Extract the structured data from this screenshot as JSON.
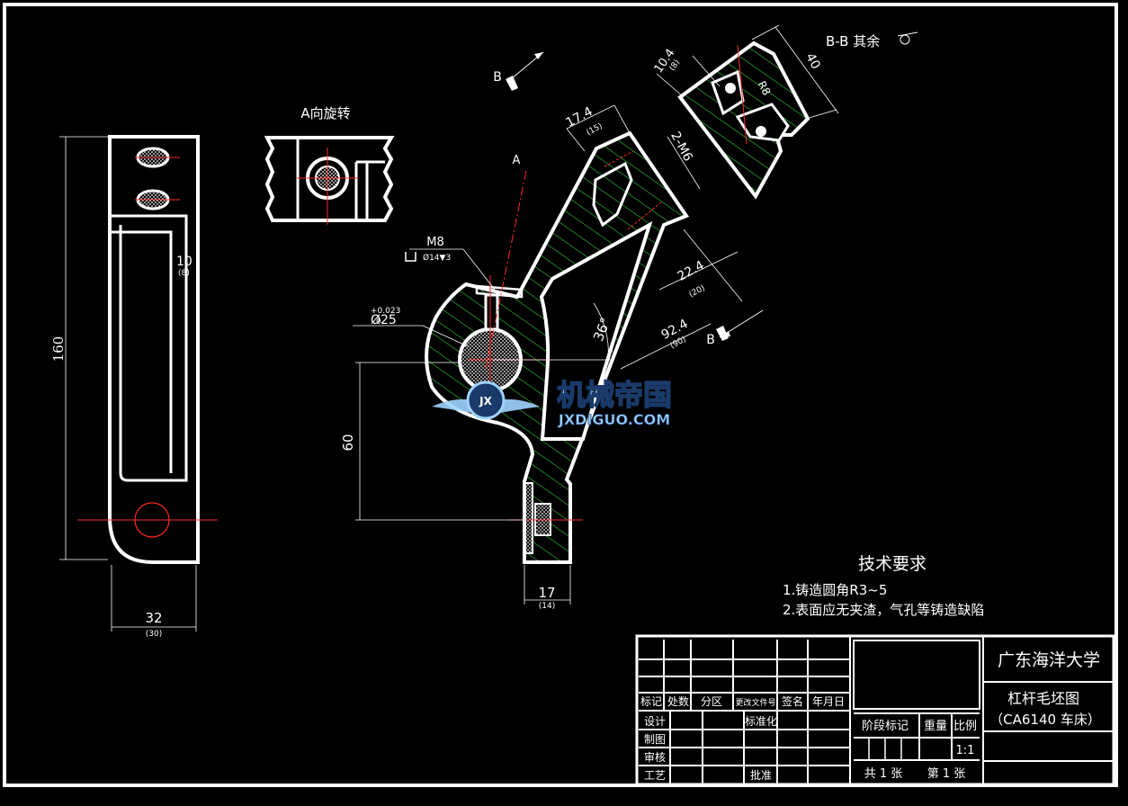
{
  "drawing": {
    "school": "广东海洋大学",
    "title_line1": "杠杆毛坯图",
    "title_line2": "（CA6140 车床）",
    "scale_value": "1:1",
    "sheet_total": "共 1 张",
    "sheet_no": "第 1 张"
  },
  "title_block": {
    "col_headers": [
      "标记",
      "处数",
      "分区",
      "更改文件号",
      "签名",
      "年月日"
    ],
    "roles": [
      "设计",
      "制图",
      "审核",
      "工艺"
    ],
    "standardize": "标准化",
    "approve": "批准",
    "stage_mark": "阶段标记",
    "weight": "重量",
    "scale_label": "比例"
  },
  "tech": {
    "heading": "技术要求",
    "items": [
      "1.铸造圆角R3~5",
      "2.表面应无夹渣，气孔等铸造缺陷"
    ]
  },
  "views": {
    "rotate_label": "A向旋转",
    "section_label": "B-B 其余",
    "cut_a": "A",
    "cut_b": "B"
  },
  "dims": {
    "d160": "160",
    "d32": "32",
    "d32_paren": "(30)",
    "d10": "10",
    "d10_paren": "(8)",
    "d10_4": "10.4",
    "d10_4_paren": "(8)",
    "d40": "40",
    "r8": "R8",
    "d17_4": "17.4",
    "d17_4_paren": "(15)",
    "m6": "2-M6",
    "m8": "M8",
    "cbore": "Ø14▼3",
    "d25": "Ø25",
    "d25_tol": "+0.023",
    "d25_tol_low": "0",
    "angle": "36°",
    "d22_4": "22.4",
    "d22_4_paren": "(20)",
    "d92_4": "92.4",
    "d92_4_paren": "(90)",
    "d60": "60",
    "d17": "17",
    "d17_paren": "(14)"
  },
  "watermark": {
    "cn": "机械帝国",
    "en": "JXDIGUO.COM",
    "badge": "JX"
  },
  "colors": {
    "background": "#000000",
    "line": "#ffffff",
    "center": "#ff2a2a",
    "hatch": "#2fbf3a",
    "watermark": "#9fd3ff"
  }
}
